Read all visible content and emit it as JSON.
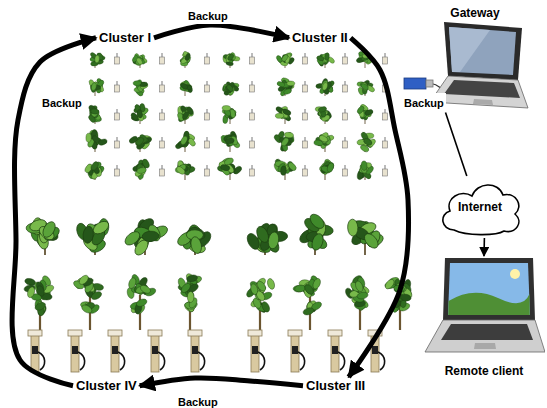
{
  "diagram": {
    "nodes": [
      {
        "text": [
          "Cluster I"
        ]
      },
      {
        "text": [
          "Cluster II"
        ]
      },
      {
        "text": [
          "Cluster III"
        ]
      },
      {
        "text": [
          "Cluster IV"
        ]
      },
      {
        "text": [
          "Gateway"
        ]
      },
      {
        "text": [
          "Internet"
        ]
      },
      {
        "text": [
          "Remote client"
        ]
      }
    ],
    "edges": [
      {
        "from": 0,
        "to": 1,
        "label": "Backup",
        "arrow": "to"
      },
      {
        "from": 1,
        "to": 2,
        "label": "Backup",
        "arrow": "to"
      },
      {
        "from": 2,
        "to": 3,
        "label": "Backup",
        "arrow": "to"
      },
      {
        "from": 3,
        "to": 0,
        "label": "Backup",
        "arrow": "to"
      },
      {
        "from": 4,
        "to": 5,
        "arrow": "none"
      },
      {
        "from": 5,
        "to": 6,
        "arrow": "to"
      }
    ]
  }
}
